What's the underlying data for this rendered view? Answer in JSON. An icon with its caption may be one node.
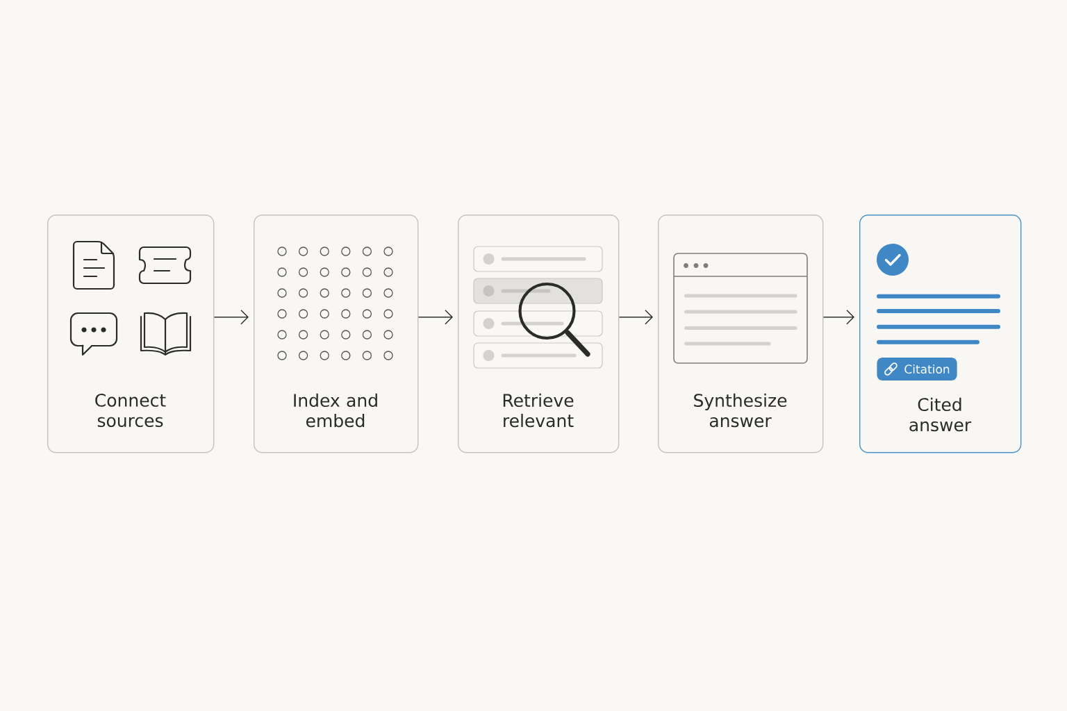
{
  "diagram": {
    "nodes": [
      {
        "text": [
          "Connect sources"
        ]
      },
      {
        "text": [
          "Index and embed"
        ]
      },
      {
        "text": [
          "Retrieve relevant"
        ]
      },
      {
        "text": [
          "Synthesize answer"
        ]
      },
      {
        "text": [
          "Cited answer"
        ]
      },
      {
        "text": [
          "Citation"
        ],
        "in": 4
      }
    ],
    "edges": [
      {
        "from": 0,
        "to": 1,
        "arrow": "to"
      },
      {
        "from": 1,
        "to": 2,
        "arrow": "to"
      },
      {
        "from": 2,
        "to": 3,
        "arrow": "to"
      },
      {
        "from": 3,
        "to": 4,
        "arrow": "to"
      }
    ]
  }
}
